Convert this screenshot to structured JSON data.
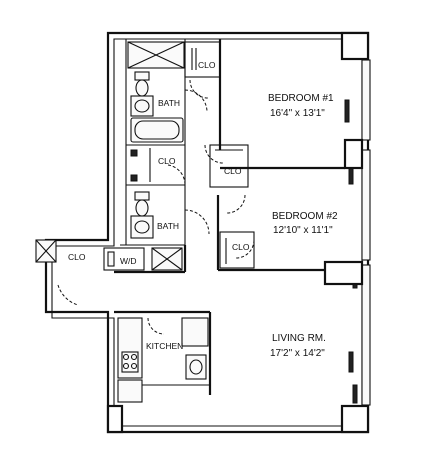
{
  "rooms": {
    "bedroom1": {
      "name": "BEDROOM #1",
      "dims": "16'4\" x 13'1\""
    },
    "bedroom2": {
      "name": "BEDROOM #2",
      "dims": "12'10\" x 11'1\""
    },
    "living": {
      "name": "LIVING RM.",
      "dims": "17'2\" x 14'2\""
    },
    "bath1": "BATH",
    "bath2": "BATH",
    "kitchen": "KITCHEN",
    "washer_dryer": "W/D",
    "closets": {
      "top": "CLO",
      "bath_mid": "CLO",
      "hall_right": "CLO",
      "bedroom2": "CLO",
      "entry": "CLO"
    }
  }
}
